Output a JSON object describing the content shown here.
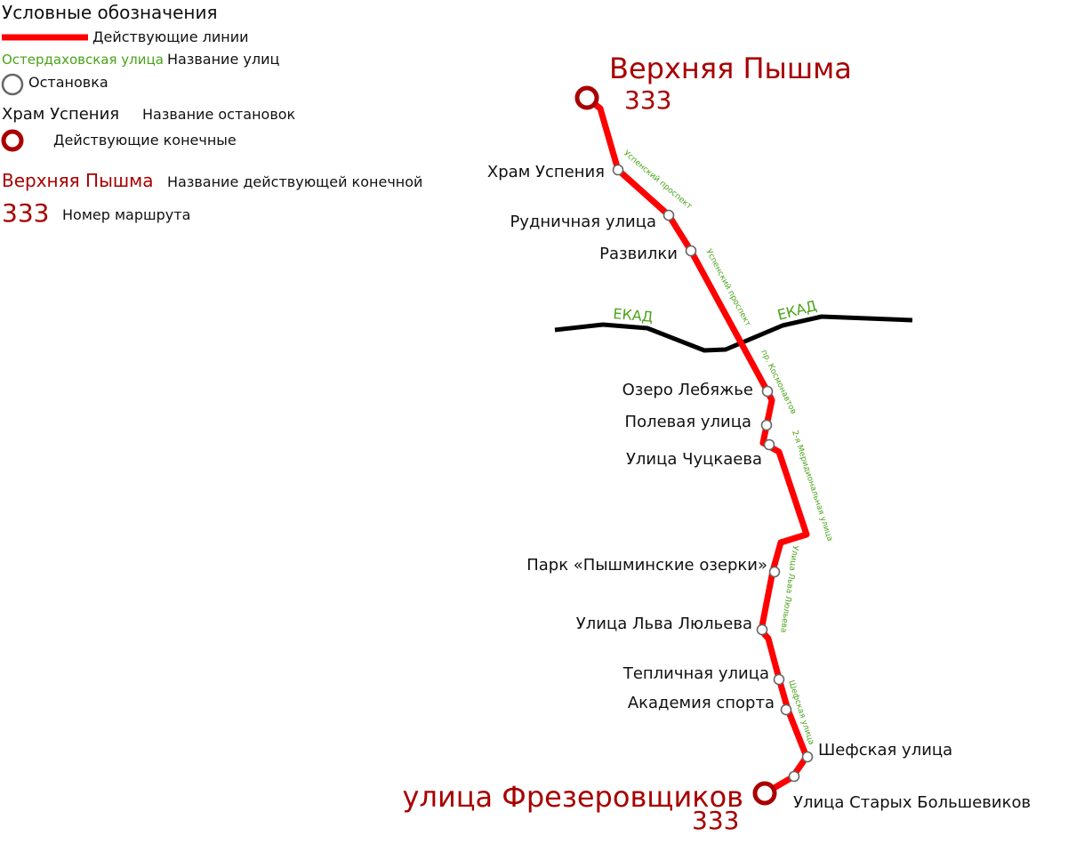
{
  "colors": {
    "line": "#ff0000",
    "terminal": "#a80000",
    "street": "#4aa319",
    "ring_road": "#000000",
    "stop_stroke": "#666666"
  },
  "legend": {
    "title": "Условные обозначения",
    "active_lines": "Действующие линии",
    "street_sample": "Остердаховская улица",
    "street_names": "Название улиц",
    "stop": "Остановка",
    "stop_sample": "Храм Успения",
    "stop_names": "Название остановок",
    "terminals": "Действующие конечные",
    "terminal_sample": "Верхняя Пышма",
    "terminal_names": "Название действующей конечной",
    "route_sample": "333",
    "route_numbers": "Номер маршрута"
  },
  "route": {
    "number": "333",
    "terminal_north": "Верхняя Пышма",
    "terminal_south": "улица Фрезеровщиков"
  },
  "stops": [
    "Храм Успения",
    "Рудничная улица",
    "Развилки",
    "Озеро Лебяжье",
    "Полевая улица",
    "Улица Чуцкаева",
    "Парк «Пышминские озерки»",
    "Улица Льва Люльева",
    "Тепличная улица",
    "Академия спорта",
    "Шефская улица",
    "Улица Старых Большевиков"
  ],
  "streets": {
    "uspensky_1": "Успенский проспект",
    "uspensky_2": "Успенский проспект",
    "kosmonavtov": "пр. Космонавтов",
    "meridionalnaya": "2-я Меридиональная улица",
    "lyulyeva": "Улица Льва Люльева",
    "shefskaya": "Шефская улица"
  },
  "ring_road": {
    "left": "ЕКАД",
    "right": "ЕКАД"
  }
}
